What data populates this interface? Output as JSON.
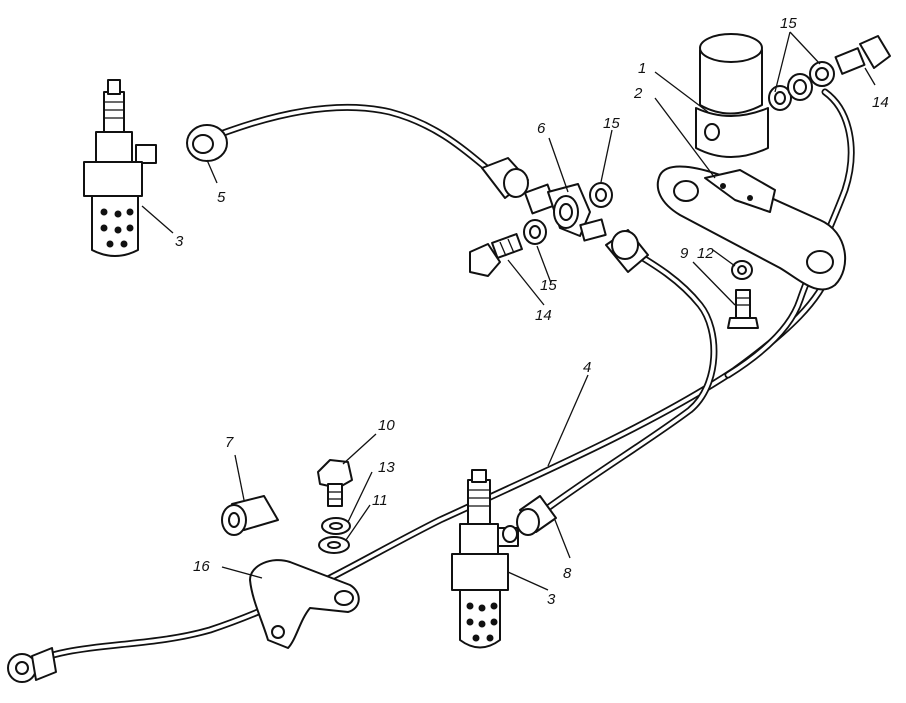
{
  "callouts": {
    "c1": "1",
    "c2": "2",
    "c3a": "3",
    "c3b": "3",
    "c4": "4",
    "c5": "5",
    "c6": "6",
    "c7": "7",
    "c8": "8",
    "c9": "9",
    "c10": "10",
    "c11": "11",
    "c12": "12",
    "c13": "13",
    "c14a": "14",
    "c14b": "14",
    "c15a": "15",
    "c15b": "15",
    "c15c": "15",
    "c16": "16"
  }
}
